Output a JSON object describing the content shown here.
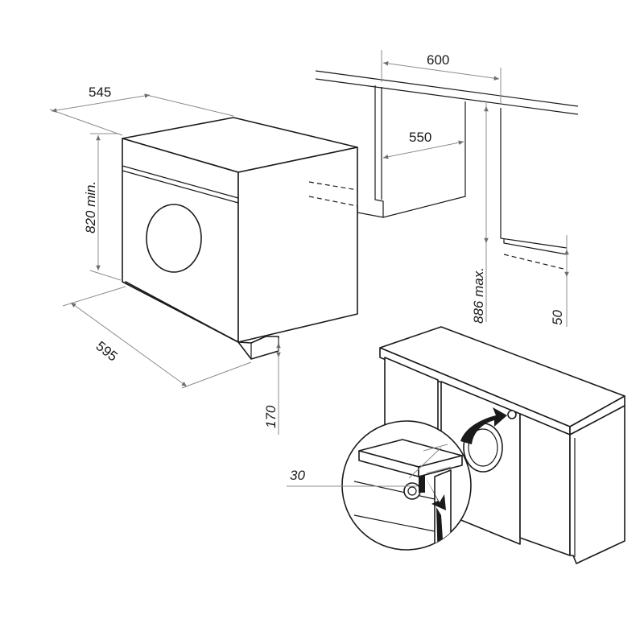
{
  "diagram": {
    "dimensions": {
      "depth": "545",
      "height_min": "820 min.",
      "width": "595",
      "foot_height": "170",
      "niche_width": "600",
      "inner_width": "550",
      "niche_height_max": "886 max.",
      "plinth": "50",
      "bracket_offset": "30"
    },
    "colors": {
      "line": "#1a1a1a",
      "dimension_line": "#8c8c8c",
      "background": "#ffffff"
    },
    "icons": [
      "arrow-icon",
      "arrow-icon"
    ]
  }
}
